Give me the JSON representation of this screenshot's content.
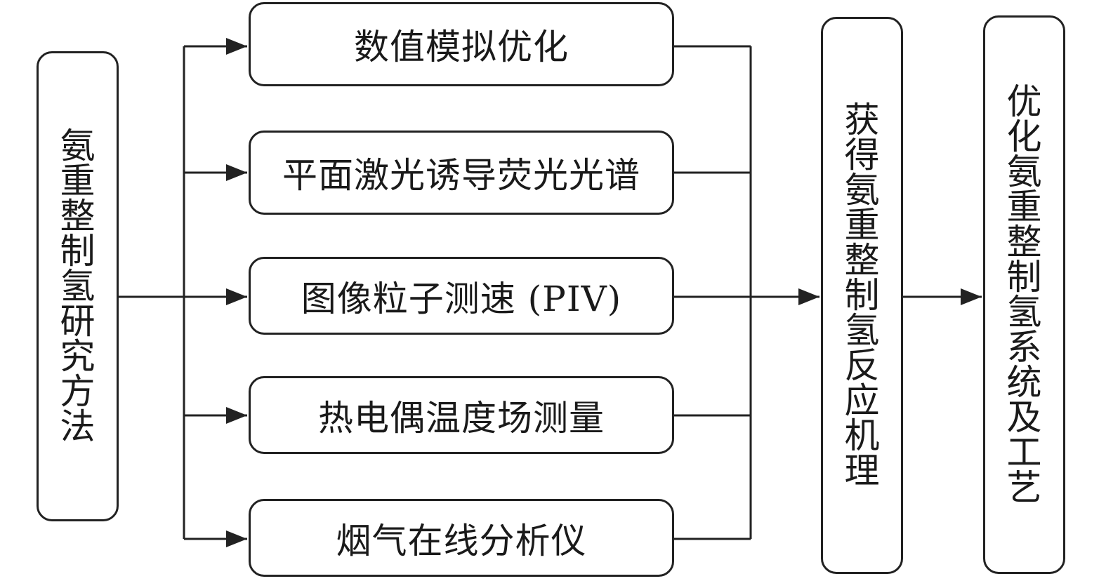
{
  "diagram": {
    "source": {
      "label": "氨重整制氢研究方法"
    },
    "methods": [
      {
        "label": "数值模拟优化"
      },
      {
        "label": "平面激光诱导荧光光谱"
      },
      {
        "label": "图像粒子测速 (PIV)"
      },
      {
        "label": "热电偶温度场测量"
      },
      {
        "label": "烟气在线分析仪"
      }
    ],
    "mechanism": {
      "label": "获得氨重整制氢反应机理"
    },
    "goal": {
      "label": "优化氨重整制氢系统及工艺"
    },
    "colors": {
      "line": "#222222",
      "box_border": "#222222",
      "text": "#1a1a1a",
      "background": "#ffffff"
    }
  }
}
